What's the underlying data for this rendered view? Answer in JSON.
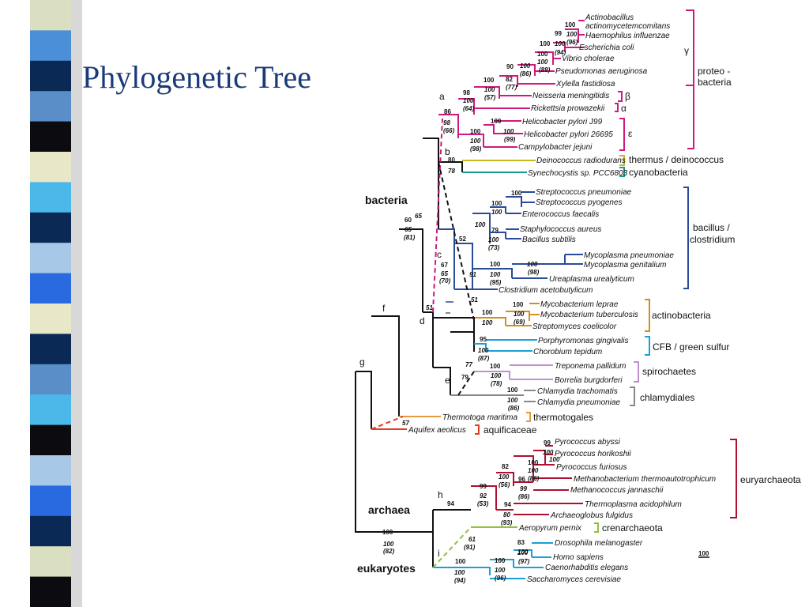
{
  "slide": {
    "title": "Phylogenetic Tree"
  },
  "stripe": {
    "colors": [
      "#d9dfc0",
      "#4a8fd8",
      "#0a2a55",
      "#5a8ec8",
      "#0b0b10",
      "#e8e8c8",
      "#4ab8e8",
      "#0a2a55",
      "#a8c8e8",
      "#2a6ae0",
      "#e8e8c8",
      "#0a2a55",
      "#5a8ec8",
      "#4ab8e8",
      "#0b0b10",
      "#a8c8e8",
      "#2a6ae0",
      "#0a2a55",
      "#d9dfc0",
      "#0b0b10"
    ]
  },
  "domains": {
    "bacteria": "bacteria",
    "archaea": "archaea",
    "eukaryotes": "eukaryotes"
  },
  "scale_label": "100",
  "colors": {
    "proteo": "#d0197f",
    "thermus": "#c8b820",
    "cyano": "#1a9a8a",
    "firmicutes": "#2a4a9a",
    "actino": "#d09020",
    "cfb": "#1aa0d8",
    "spiro": "#c090d0",
    "chlamydia": "#888888",
    "thermotoga": "#e89a40",
    "aquifex": "#e04020",
    "eury": "#b01030",
    "crena": "#90c040",
    "euk": "#1aa0d8",
    "trunk": "#111111"
  },
  "species": {
    "actinobacillus": "Actinobacillus",
    "actinomycetemcomitans": "actinomycetemcomitans",
    "haemophilus": "Haemophilus influenzae",
    "ecoli": "Escherichia coli",
    "vibrio": "Vibrio cholerae",
    "pseudomonas": "Pseudomonas aeruginosa",
    "xylella": "Xylella fastidiosa",
    "neisseria": "Neisseria meningitidis",
    "rickettsia": "Rickettsia prowazekii",
    "hpylori_j99": "Helicobacter pylori J99",
    "hpylori_26695": "Helicobacter pylori 26695",
    "campylobacter": "Campylobacter jejuni",
    "deinococcus": "Deinococcus radiodurans",
    "synechocystis": "Synechocystis sp. PCC6803",
    "strep_pneumoniae": "Streptococcus pneumoniae",
    "strep_pyogenes": "Streptococcus pyogenes",
    "enterococcus": "Enterococcus faecalis",
    "staphylococcus": "Staphylococcus aureus",
    "bacillus": "Bacillus subtilis",
    "myco_pneumoniae": "Mycoplasma pneumoniae",
    "myco_genitalium": "Mycoplasma genitalium",
    "ureaplasma": "Ureaplasma urealyticum",
    "clostridium": "Clostridium acetobutylicum",
    "myco_leprae": "Mycobacterium leprae",
    "myco_tuberculosis": "Mycobacterium tuberculosis",
    "streptomyces": "Streptomyces coelicolor",
    "porphyromonas": "Porphyromonas gingivalis",
    "chorobium": "Chorobium tepidum",
    "treponema": "Treponema pallidum",
    "borrelia": "Borrelia burgdorferi",
    "chlamydia_tr": "Chlamydia trachomatis",
    "chlamydia_pn": "Chlamydia pneumoniae",
    "thermotoga": "Thermotoga maritima",
    "aquifex": "Aquifex aeolicus",
    "pyro_abyssi": "Pyrococcus abyssi",
    "pyro_horikoshii": "Pyrococcus horikoshii",
    "pyro_furiosus": "Pyrococcus furiosus",
    "methanobacterium": "Methanobacterium thermoautotrophicum",
    "methanococcus": "Methanococcus jannaschii",
    "thermoplasma": "Thermoplasma acidophilum",
    "archaeoglobus": "Archaeoglobus fulgidus",
    "aeropyrum": "Aeropyrum pernix",
    "drosophila": "Drosophila melanogaster",
    "homo": "Homo sapiens",
    "caenorhabditis": "Caenorhabditis elegans",
    "saccharomyces": "Saccharomyces cerevisiae"
  },
  "groups": {
    "gamma": "γ",
    "beta": "β",
    "alpha": "α",
    "epsilon": "ε",
    "proteo1": "proteo -",
    "proteo2": "bacteria",
    "thermus": "thermus / deinococcus",
    "cyano": "cyanobacteria",
    "bacillus1": "bacillus /",
    "bacillus2": "clostridium",
    "actino": "actinobacteria",
    "cfb": "CFB / green sulfur",
    "spiro": "spirochaetes",
    "chlamydiales": "chlamydiales",
    "thermotogales": "thermotogales",
    "aquificaceae": "aquificaceae",
    "eury": "euryarchaeota",
    "crena": "crenarchaeota"
  },
  "node_letters": {
    "a": "a",
    "b": "b",
    "c": "c",
    "d": "d",
    "e": "e",
    "f": "f",
    "g": "g",
    "h": "h",
    "i": "i"
  },
  "bootstrap": {
    "v100_1": "100",
    "v99": "99",
    "v100_2": "100",
    "v96": "(96)",
    "v100_3": "100",
    "v100_4": "100",
    "v94": "(94)",
    "v100_5": "100",
    "v100_6": "100",
    "v89": "(89)",
    "v90": "90",
    "v100_7": "100",
    "v86": "(86)",
    "v100_8": "100",
    "v82": "82",
    "v77": "(77)",
    "v100_9": "100",
    "v57": "(57)",
    "v98": "98",
    "v100_10": "100",
    "v64": "(64)",
    "v86b": "86",
    "v98i": "98",
    "v66": "(66)",
    "v100_11": "100",
    "v100_12": "100",
    "v99b": "(99)",
    "v100_13": "100",
    "v100_14": "100",
    "v98b": "(98)",
    "v80": "80",
    "v78": "78",
    "v100_15": "100",
    "v100_16": "100",
    "v100_17": "100",
    "v100_18": "100",
    "v79": "79",
    "v100_19": "100",
    "v73": "(73)",
    "v52": "52",
    "v100_20": "100",
    "v100_21": "100",
    "v98c": "(98)",
    "v67": "67",
    "v65": "65",
    "v70": "(70)",
    "v91": "91",
    "v100_22": "100",
    "v95": "(95)",
    "v65b": "65",
    "v60": "60",
    "v65c": "65",
    "v81": "(81)",
    "v51": "51",
    "v51b": "51",
    "v100_23": "100",
    "v100_24": "100",
    "v69": "(69)",
    "v100_25": "100",
    "v100_26": "100",
    "v95b": "95",
    "v100_27": "100",
    "v87": "(87)",
    "v77b": "77",
    "v79b": "79",
    "v100_28": "100",
    "v100_29": "100",
    "v78b": "(78)",
    "v100_30": "100",
    "v100_31": "100",
    "v86c": "(86)",
    "v57b": "57",
    "v99c": "99",
    "v100_32": "100",
    "v100_33": "100",
    "v82b": "82",
    "v100_34": "100",
    "v100_35": "100",
    "v86d": "(86)",
    "v96b": "96",
    "v100_36": "100",
    "v56": "(56)",
    "v99d": "99",
    "v86e": "(86)",
    "v99e": "99",
    "v92": "92",
    "v53": "(53)",
    "v94b": "94",
    "v80b": "80",
    "v93": "(93)",
    "v94c": "94",
    "v61": "61",
    "v91b": "(91)",
    "v83": "83",
    "v100_37": "100",
    "v100_38": "100",
    "v97": "(97)",
    "v100_39": "100",
    "v100_40": "100",
    "v96c": "(96)",
    "v100_41": "100",
    "v94d": "(94)",
    "v100_42": "100",
    "v100_43": "100",
    "v82c": "(82)"
  }
}
